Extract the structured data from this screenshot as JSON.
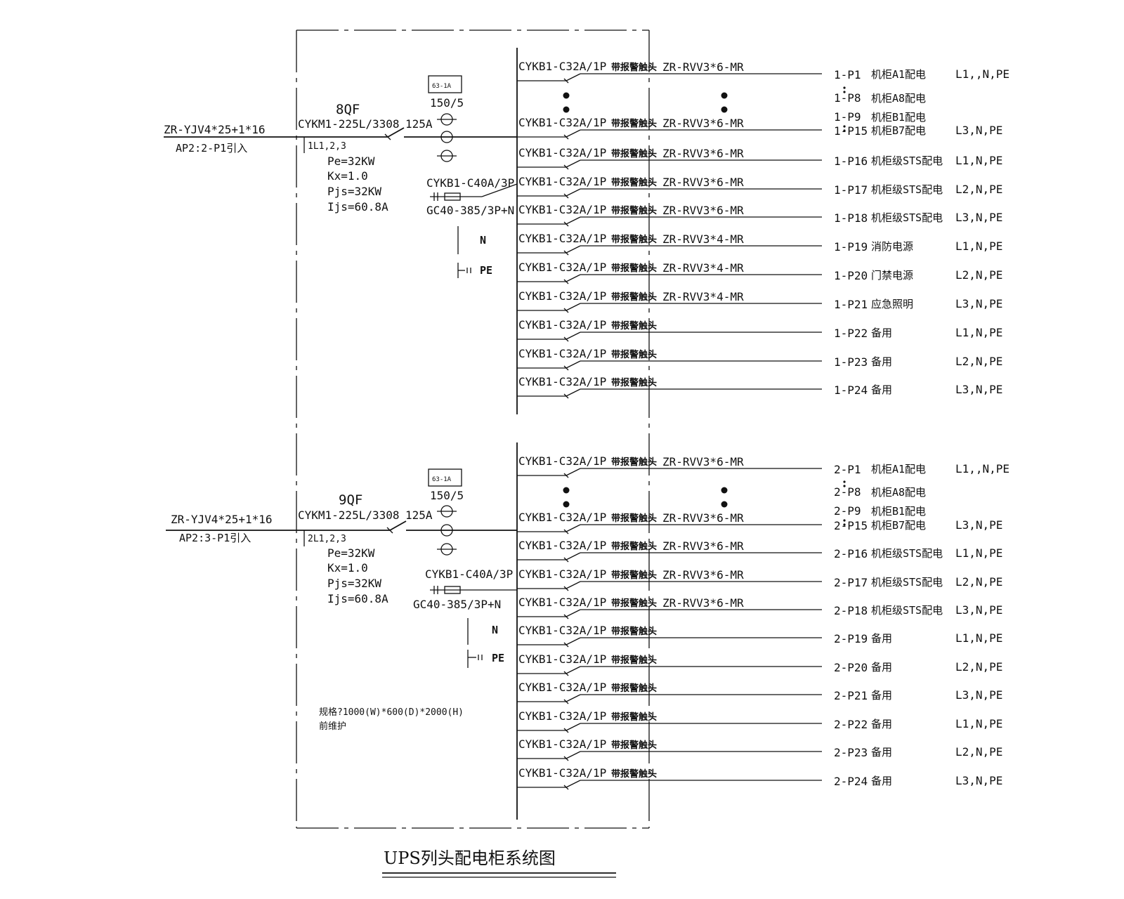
{
  "title": "UPS列头配电柜系统图",
  "spec": {
    "line1": "规格?1000(W)*600(D)*2000(H)",
    "line2": "前维护"
  },
  "sections": [
    {
      "id": "s1",
      "incoming_cable": "ZR-YJV4*25+1*16",
      "incoming_source": "AP2:2-P1引入",
      "main_breaker_name": "8QF",
      "main_breaker_model": "CYKM1-225L/3308",
      "main_breaker_rating": "125A",
      "meter": "63-1A",
      "ct_ratio": "150/5",
      "phase_label": "1L1,2,3",
      "pe": "Pe=32KW",
      "kx": "Kx=1.0",
      "pjs": "Pjs=32KW",
      "ijs": "Ijs=60.8A",
      "spd_breaker": "CYKB1-C40A/3P",
      "spd_model": "GC40-385/3P+N",
      "n_label": "N",
      "pe_label": "PE",
      "branches": [
        {
          "breaker": "CYKB1-C32A/1P",
          "contact": "带报警触头",
          "cable": "ZR-RVV3*6-MR",
          "circuit": "1-P1",
          "name": "机柜A1配电",
          "phase": "L1,,N,PE"
        },
        {
          "breaker": "CYKB1-C32A/1P",
          "contact": "带报警触头",
          "cable": "ZR-RVV3*6-MR",
          "circuit": "1-P15",
          "name": "机柜B7配电",
          "phase": "L3,N,PE"
        },
        {
          "breaker": "CYKB1-C32A/1P",
          "contact": "带报警触头",
          "cable": "ZR-RVV3*6-MR",
          "circuit": "1-P16",
          "name": "机柜级STS配电",
          "phase": "L1,N,PE"
        },
        {
          "breaker": "CYKB1-C32A/1P",
          "contact": "带报警触头",
          "cable": "ZR-RVV3*6-MR",
          "circuit": "1-P17",
          "name": "机柜级STS配电",
          "phase": "L2,N,PE"
        },
        {
          "breaker": "CYKB1-C32A/1P",
          "contact": "带报警触头",
          "cable": "ZR-RVV3*6-MR",
          "circuit": "1-P18",
          "name": "机柜级STS配电",
          "phase": "L3,N,PE"
        },
        {
          "breaker": "CYKB1-C32A/1P",
          "contact": "带报警触头",
          "cable": "ZR-RVV3*4-MR",
          "circuit": "1-P19",
          "name": "消防电源",
          "phase": "L1,N,PE"
        },
        {
          "breaker": "CYKB1-C32A/1P",
          "contact": "带报警触头",
          "cable": "ZR-RVV3*4-MR",
          "circuit": "1-P20",
          "name": "门禁电源",
          "phase": "L2,N,PE"
        },
        {
          "breaker": "CYKB1-C32A/1P",
          "contact": "带报警触头",
          "cable": "ZR-RVV3*4-MR",
          "circuit": "1-P21",
          "name": "应急照明",
          "phase": "L3,N,PE"
        },
        {
          "breaker": "CYKB1-C32A/1P",
          "contact": "带报警触头",
          "cable": "",
          "circuit": "1-P22",
          "name": "备用",
          "phase": "L1,N,PE"
        },
        {
          "breaker": "CYKB1-C32A/1P",
          "contact": "带报警触头",
          "cable": "",
          "circuit": "1-P23",
          "name": "备用",
          "phase": "L2,N,PE"
        },
        {
          "breaker": "CYKB1-C32A/1P",
          "contact": "带报警触头",
          "cable": "",
          "circuit": "1-P24",
          "name": "备用",
          "phase": "L3,N,PE"
        }
      ],
      "extra_circuits": [
        {
          "circuit": "1-P8",
          "name": "机柜A8配电"
        },
        {
          "circuit": "1-P9",
          "name": "机柜B1配电"
        }
      ]
    },
    {
      "id": "s2",
      "incoming_cable": "ZR-YJV4*25+1*16",
      "incoming_source": "AP2:3-P1引入",
      "main_breaker_name": "9QF",
      "main_breaker_model": "CYKM1-225L/3308",
      "main_breaker_rating": "125A",
      "meter": "63-1A",
      "ct_ratio": "150/5",
      "phase_label": "2L1,2,3",
      "pe": "Pe=32KW",
      "kx": "Kx=1.0",
      "pjs": "Pjs=32KW",
      "ijs": "Ijs=60.8A",
      "spd_breaker": "CYKB1-C40A/3P",
      "spd_model": "GC40-385/3P+N",
      "n_label": "N",
      "pe_label": "PE",
      "branches": [
        {
          "breaker": "CYKB1-C32A/1P",
          "contact": "带报警触头",
          "cable": "ZR-RVV3*6-MR",
          "circuit": "2-P1",
          "name": "机柜A1配电",
          "phase": "L1,,N,PE"
        },
        {
          "breaker": "CYKB1-C32A/1P",
          "contact": "带报警触头",
          "cable": "ZR-RVV3*6-MR",
          "circuit": "2-P15",
          "name": "机柜B7配电",
          "phase": "L3,N,PE"
        },
        {
          "breaker": "CYKB1-C32A/1P",
          "contact": "带报警触头",
          "cable": "ZR-RVV3*6-MR",
          "circuit": "2-P16",
          "name": "机柜级STS配电",
          "phase": "L1,N,PE"
        },
        {
          "breaker": "CYKB1-C32A/1P",
          "contact": "带报警触头",
          "cable": "ZR-RVV3*6-MR",
          "circuit": "2-P17",
          "name": "机柜级STS配电",
          "phase": "L2,N,PE"
        },
        {
          "breaker": "CYKB1-C32A/1P",
          "contact": "带报警触头",
          "cable": "ZR-RVV3*6-MR",
          "circuit": "2-P18",
          "name": "机柜级STS配电",
          "phase": "L3,N,PE"
        },
        {
          "breaker": "CYKB1-C32A/1P",
          "contact": "带报警触头",
          "cable": "",
          "circuit": "2-P19",
          "name": "备用",
          "phase": "L1,N,PE"
        },
        {
          "breaker": "CYKB1-C32A/1P",
          "contact": "带报警触头",
          "cable": "",
          "circuit": "2-P20",
          "name": "备用",
          "phase": "L2,N,PE"
        },
        {
          "breaker": "CYKB1-C32A/1P",
          "contact": "带报警触头",
          "cable": "",
          "circuit": "2-P21",
          "name": "备用",
          "phase": "L3,N,PE"
        },
        {
          "breaker": "CYKB1-C32A/1P",
          "contact": "带报警触头",
          "cable": "",
          "circuit": "2-P22",
          "name": "备用",
          "phase": "L1,N,PE"
        },
        {
          "breaker": "CYKB1-C32A/1P",
          "contact": "带报警触头",
          "cable": "",
          "circuit": "2-P23",
          "name": "备用",
          "phase": "L2,N,PE"
        },
        {
          "breaker": "CYKB1-C32A/1P",
          "contact": "带报警触头",
          "cable": "",
          "circuit": "2-P24",
          "name": "备用",
          "phase": "L3,N,PE"
        }
      ],
      "extra_circuits": [
        {
          "circuit": "2-P8",
          "name": "机柜A8配电"
        },
        {
          "circuit": "2-P9",
          "name": "机柜B1配电"
        }
      ]
    }
  ]
}
